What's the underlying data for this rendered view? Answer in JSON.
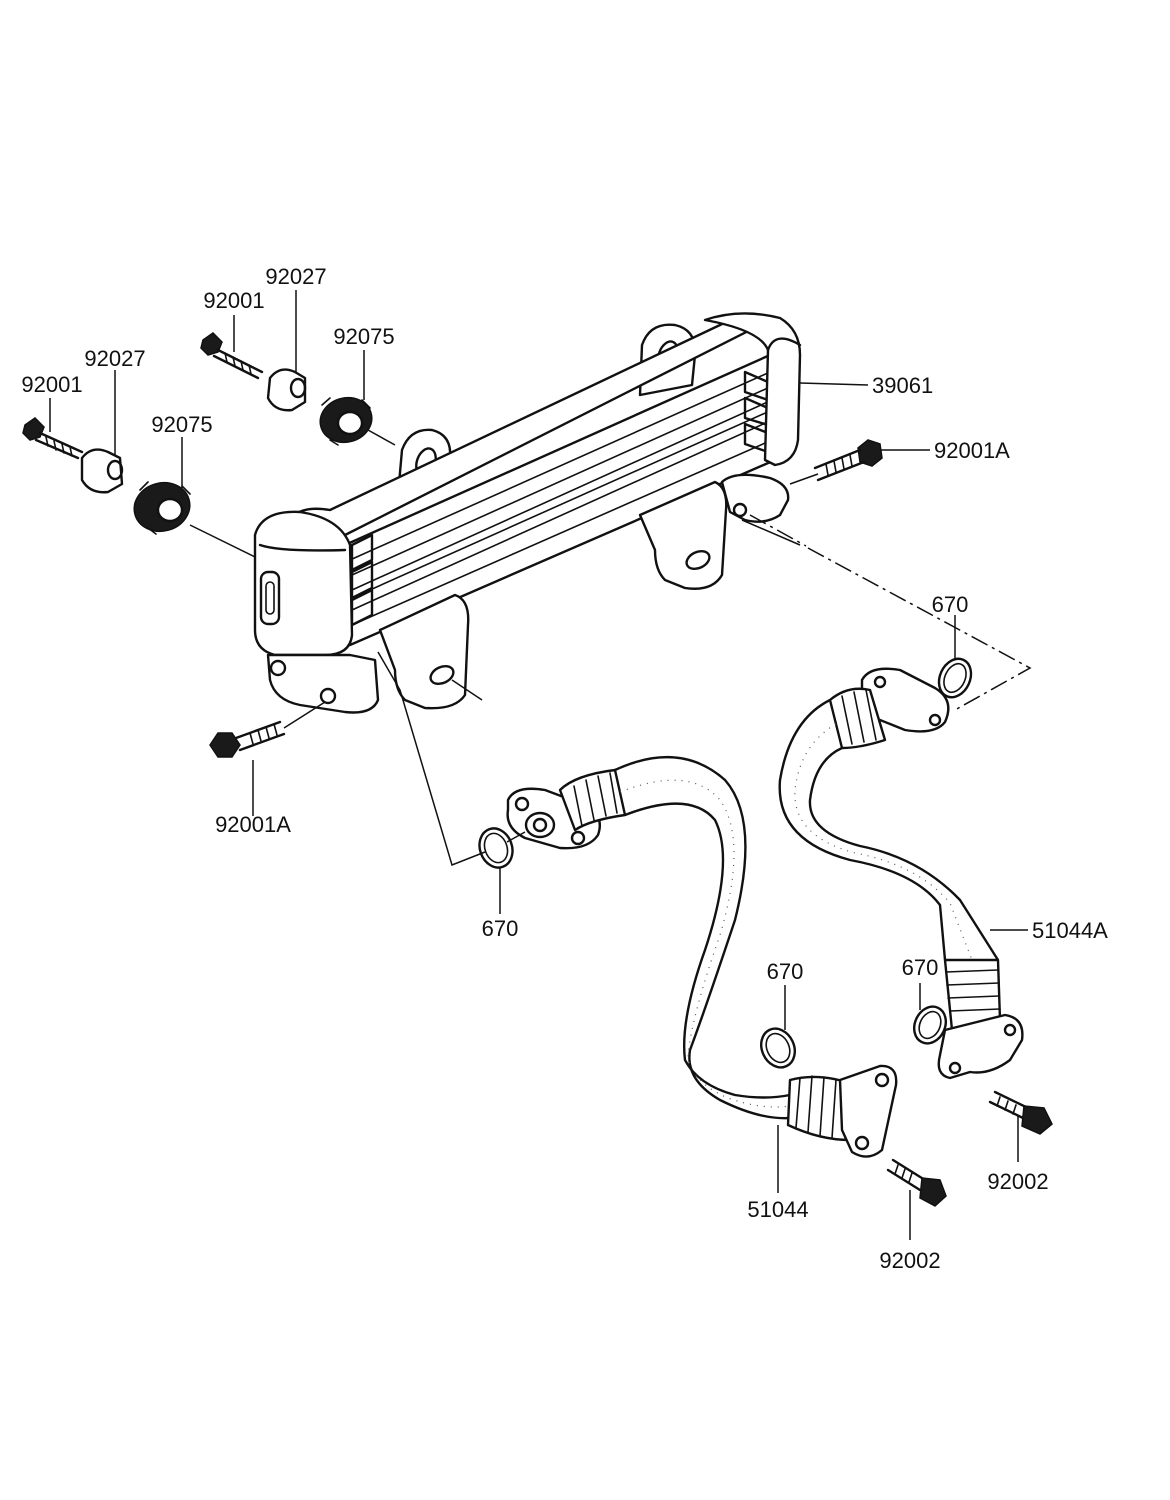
{
  "header_smudge": "",
  "diagram": {
    "parts": {
      "bolt_upper": "92001",
      "collar_upper": "92027",
      "grommet_upper": "92075",
      "bolt_left": "92001",
      "collar_left": "92027",
      "grommet_left": "92075",
      "oil_cooler": "39061",
      "bolt_right_top": "92001A",
      "bolt_left_bottom": "92001A",
      "oring_upper_right": "670",
      "oring_left": "670",
      "oring_lower_mid": "670",
      "oring_lower_right": "670",
      "hose_right": "51044A",
      "hose_left": "51044",
      "screw_mid": "92002",
      "screw_right": "92002"
    }
  }
}
